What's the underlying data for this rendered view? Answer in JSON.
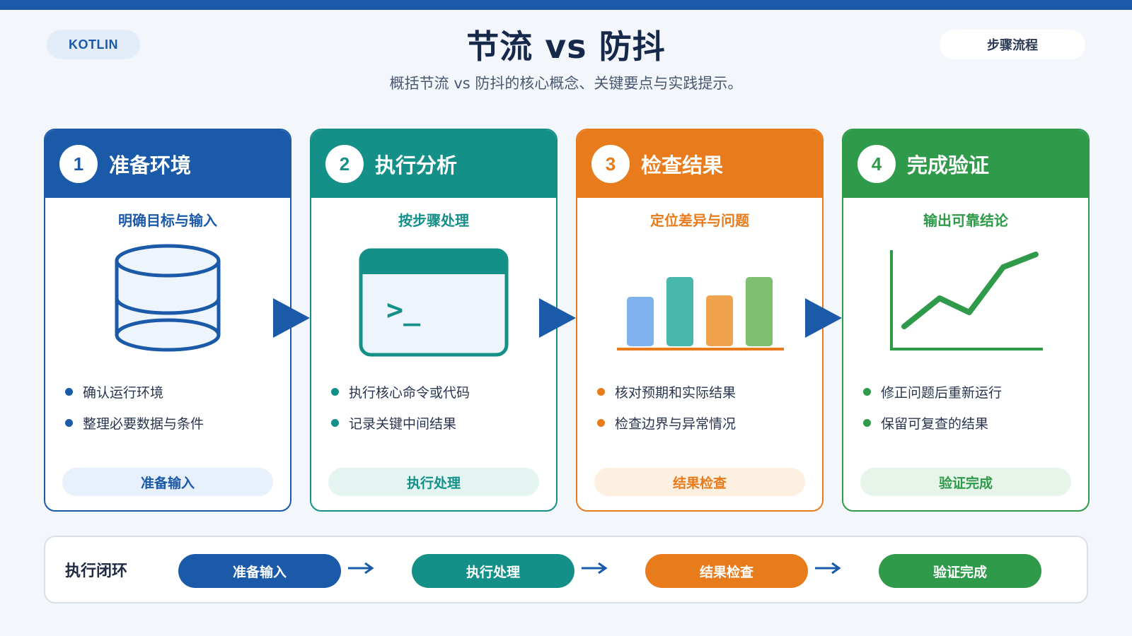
{
  "header": {
    "tag": "KOTLIN",
    "title": "节流 vs 防抖",
    "subtitle": "概括节流 vs 防抖的核心概念、关键要点与实践提示。",
    "mode": "步骤流程"
  },
  "steps": [
    {
      "number": "1",
      "title": "准备环境",
      "subtitle": "明确目标与输入",
      "icon": "database-icon",
      "bullets": [
        "确认运行环境",
        "整理必要数据与条件"
      ],
      "button": "准备输入",
      "color": "#1b5aa8",
      "light": "#e7f0fb"
    },
    {
      "number": "2",
      "title": "执行分析",
      "subtitle": "按步骤处理",
      "icon": "terminal-icon",
      "terminal_prompt": ">_",
      "bullets": [
        "执行核心命令或代码",
        "记录关键中间结果"
      ],
      "button": "执行处理",
      "color": "#149089",
      "light": "#e4f4f1"
    },
    {
      "number": "3",
      "title": "检查结果",
      "subtitle": "定位差异与问题",
      "icon": "bar-chart-icon",
      "bar_levels": [
        0.7,
        0.98,
        0.72,
        0.98
      ],
      "bullets": [
        "核对预期和实际结果",
        "检查边界与异常情况"
      ],
      "button": "结果检查",
      "color": "#e87b1c",
      "light": "#fdf0e0"
    },
    {
      "number": "4",
      "title": "完成验证",
      "subtitle": "输出可靠结论",
      "icon": "line-chart-icon",
      "bullets": [
        "修正问题后重新运行",
        "保留可复查的结果"
      ],
      "button": "验证完成",
      "color": "#2f9a4a",
      "light": "#e7f4e9"
    }
  ],
  "loop": {
    "label": "执行闭环",
    "items": [
      "准备输入",
      "执行处理",
      "结果检查",
      "验证完成"
    ]
  }
}
